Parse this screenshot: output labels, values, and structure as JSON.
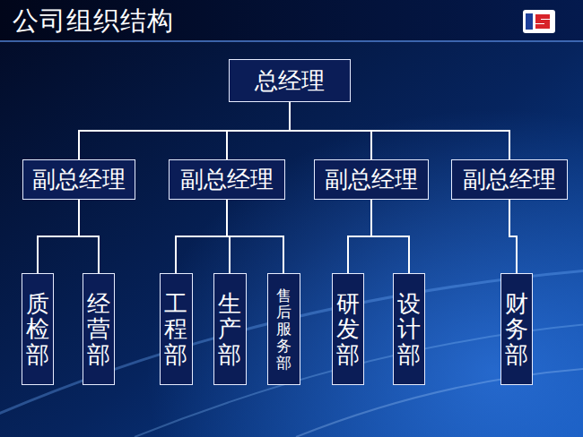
{
  "diagram": {
    "title": "公司组织结构",
    "nodes": [
      {
        "text": [
          "总经理"
        ]
      },
      {
        "text": [
          "副总经理"
        ]
      },
      {
        "text": [
          "副总经理"
        ]
      },
      {
        "text": [
          "副总经理"
        ]
      },
      {
        "text": [
          "副总经理"
        ]
      },
      {
        "text": [
          "质检部"
        ]
      },
      {
        "text": [
          "经营部"
        ]
      },
      {
        "text": [
          "工程部"
        ]
      },
      {
        "text": [
          "生产部"
        ]
      },
      {
        "text": [
          "售后服务部"
        ]
      },
      {
        "text": [
          "研发部"
        ]
      },
      {
        "text": [
          "设计部"
        ]
      },
      {
        "text": [
          "财务部"
        ]
      }
    ],
    "edges": [
      {
        "from": 0,
        "to": 1,
        "arrow": "none"
      },
      {
        "from": 0,
        "to": 2,
        "arrow": "none"
      },
      {
        "from": 0,
        "to": 3,
        "arrow": "none"
      },
      {
        "from": 0,
        "to": 4,
        "arrow": "none"
      },
      {
        "from": 1,
        "to": 5,
        "arrow": "none"
      },
      {
        "from": 1,
        "to": 6,
        "arrow": "none"
      },
      {
        "from": 2,
        "to": 7,
        "arrow": "none"
      },
      {
        "from": 2,
        "to": 8,
        "arrow": "none"
      },
      {
        "from": 2,
        "to": 9,
        "arrow": "none"
      },
      {
        "from": 3,
        "to": 10,
        "arrow": "none"
      },
      {
        "from": 3,
        "to": 11,
        "arrow": "none"
      },
      {
        "from": 4,
        "to": 12,
        "arrow": "none"
      }
    ]
  }
}
